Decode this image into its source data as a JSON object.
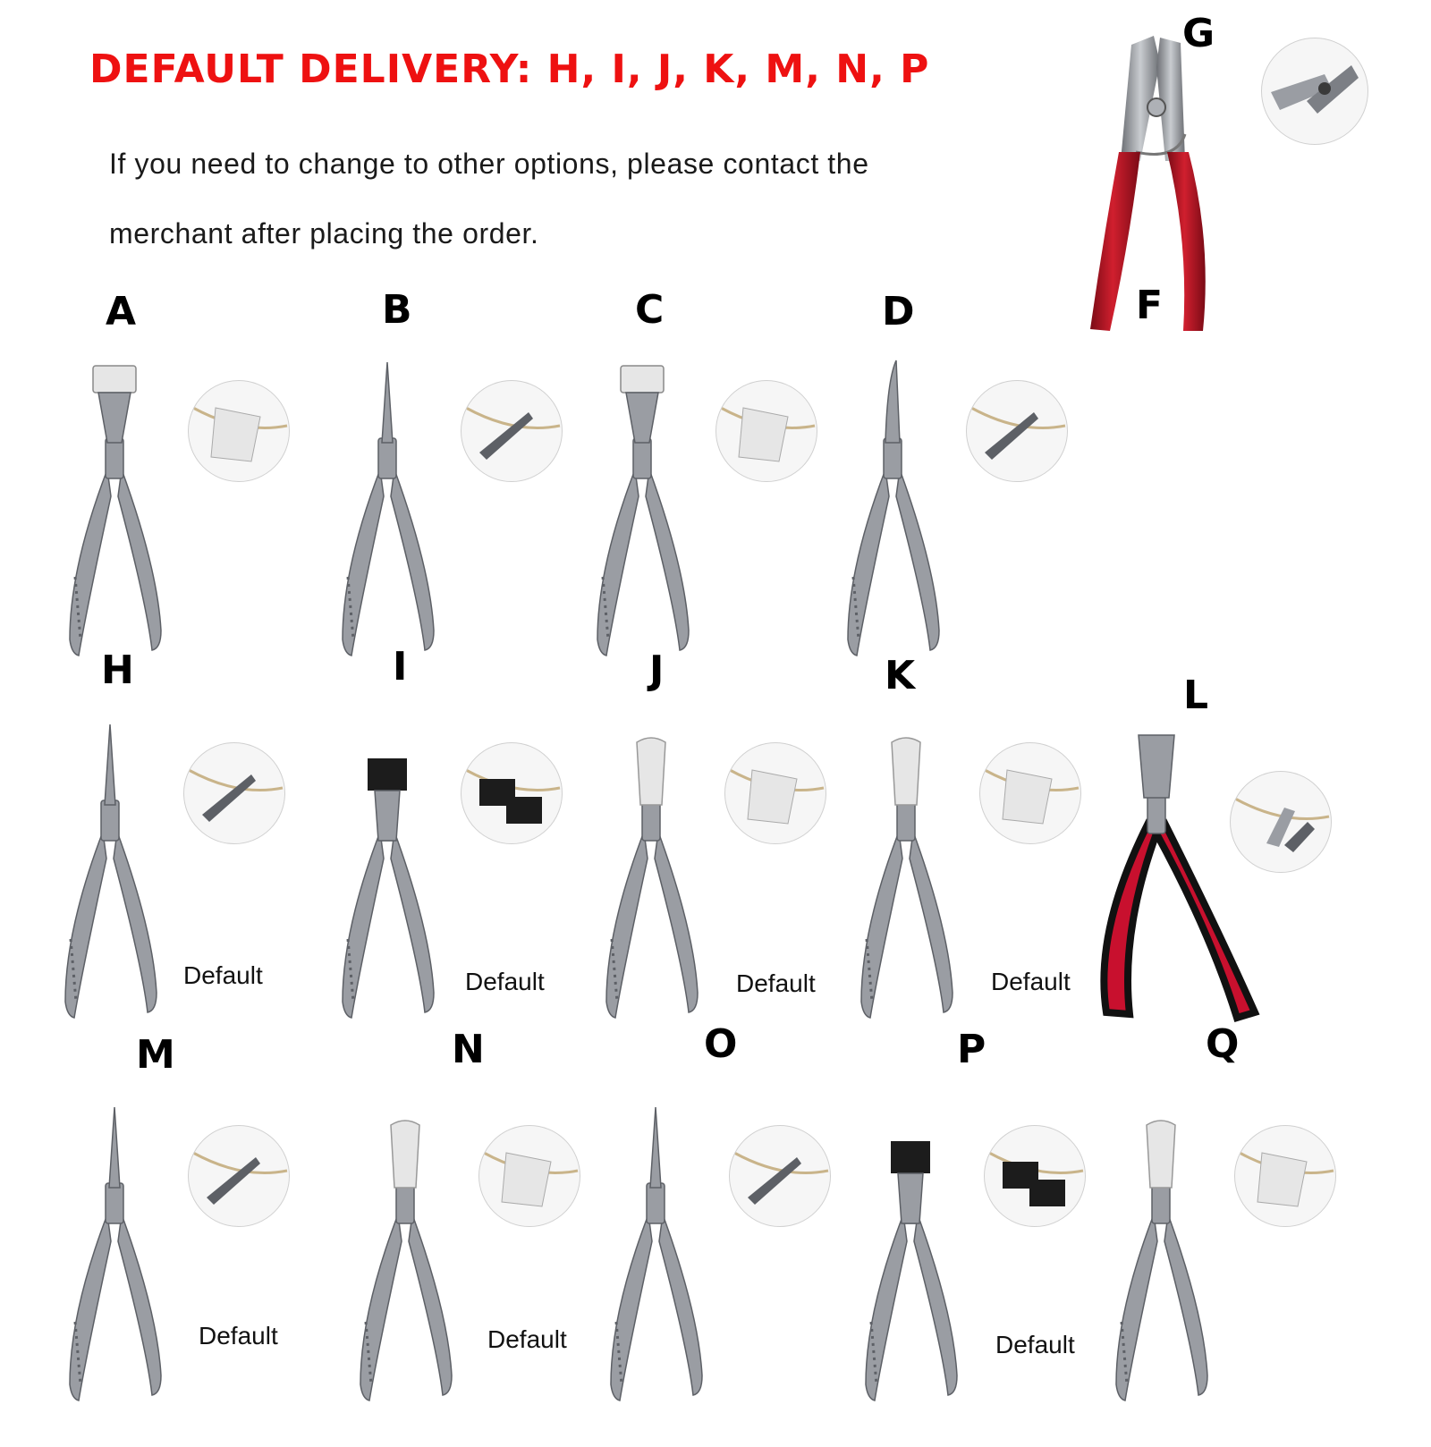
{
  "header": {
    "headline": "DEFAULT DELIVERY: H, I, J, K, M, N, P",
    "note": "If you need to change to other options, please contact the merchant after placing the order."
  },
  "featured": {
    "letter_top": "G",
    "letter_bottom": "F",
    "handle_color": "#c1121f"
  },
  "items": [
    {
      "letter": "A",
      "default_label": "",
      "jaw": "top-cutter",
      "grip": "steel"
    },
    {
      "letter": "B",
      "default_label": "",
      "jaw": "needle",
      "grip": "steel"
    },
    {
      "letter": "C",
      "default_label": "",
      "jaw": "top-cutter",
      "grip": "steel"
    },
    {
      "letter": "D",
      "default_label": "",
      "jaw": "bent-needle",
      "grip": "steel"
    },
    {
      "letter": "H",
      "default_label": "Default",
      "jaw": "needle",
      "grip": "steel"
    },
    {
      "letter": "I",
      "default_label": "Default",
      "jaw": "black-pad",
      "grip": "steel"
    },
    {
      "letter": "J",
      "default_label": "Default",
      "jaw": "nylon-flat",
      "grip": "steel"
    },
    {
      "letter": "K",
      "default_label": "Default",
      "jaw": "nylon-flat",
      "grip": "steel"
    },
    {
      "letter": "L",
      "default_label": "",
      "jaw": "end-cutter",
      "grip": "red-black"
    },
    {
      "letter": "M",
      "default_label": "Default",
      "jaw": "needle",
      "grip": "steel"
    },
    {
      "letter": "N",
      "default_label": "Default",
      "jaw": "nylon-flat",
      "grip": "steel"
    },
    {
      "letter": "O",
      "default_label": "",
      "jaw": "needle",
      "grip": "steel"
    },
    {
      "letter": "P",
      "default_label": "Default",
      "jaw": "black-pad",
      "grip": "steel"
    },
    {
      "letter": "Q",
      "default_label": "",
      "jaw": "nylon-flat",
      "grip": "steel"
    }
  ],
  "colors": {
    "headline": "#ee1111",
    "steel": "#9a9da3",
    "steel_dark": "#5d6066",
    "nylon": "#e6e6e6",
    "black_pad": "#1c1c1c",
    "red_grip": "#c8102e"
  }
}
